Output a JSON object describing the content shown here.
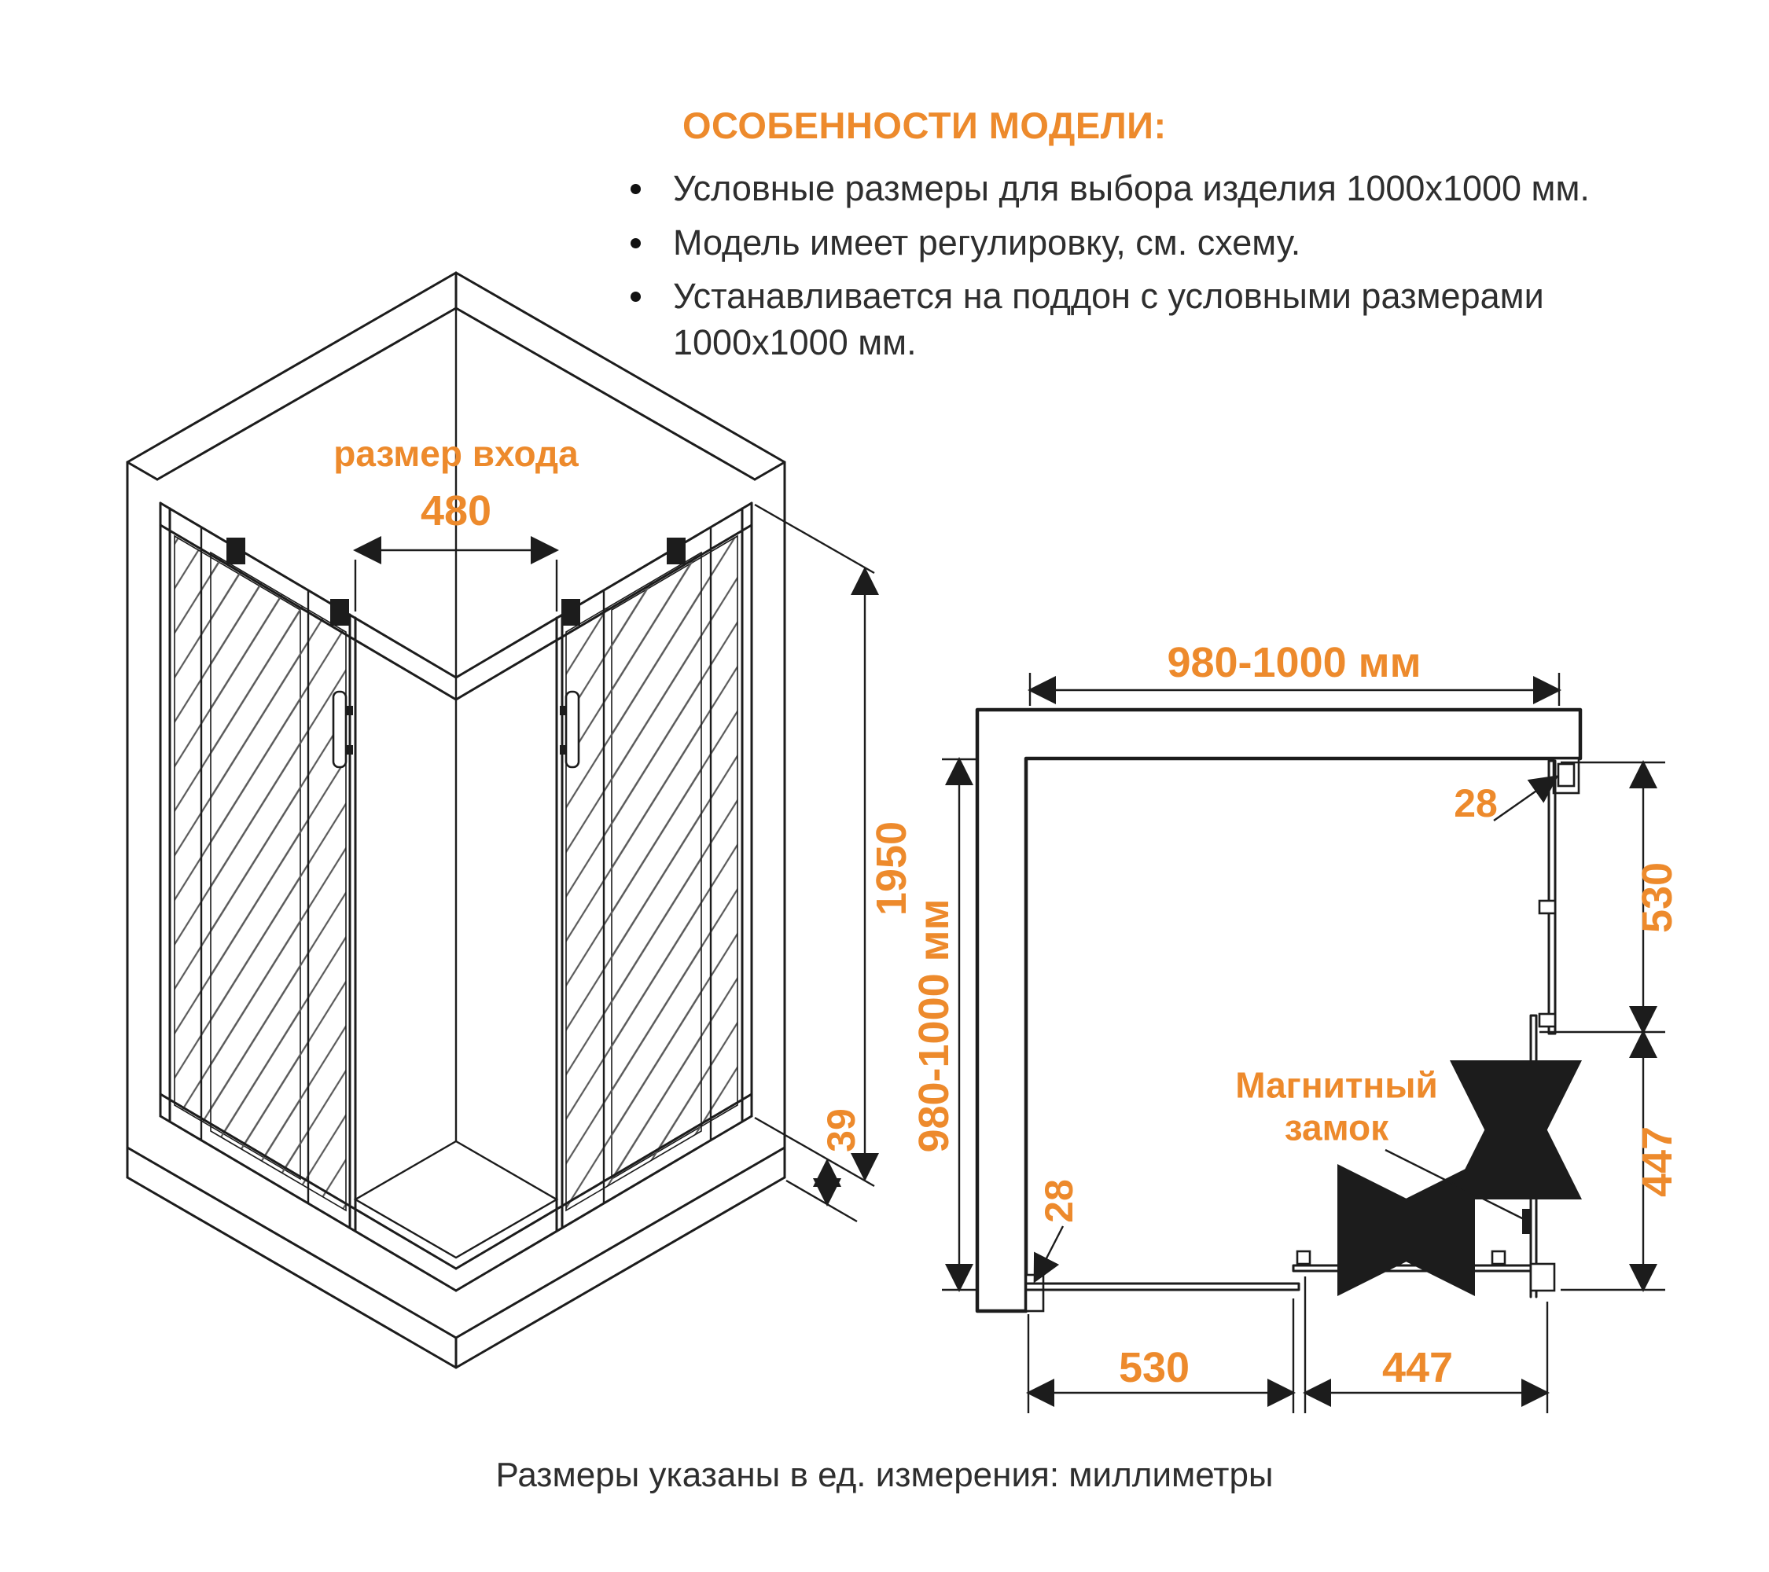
{
  "colors": {
    "accent": "#ED8A2C",
    "line": "#1C1C1C",
    "text": "#2E2E2E"
  },
  "features": {
    "heading": "ОСОБЕННОСТИ МОДЕЛИ:",
    "items": [
      "Условные размеры для выбора изделия 1000x1000 мм.",
      "Модель имеет регулировку, см. схему.",
      "Устанавливается на поддон с условными размерами 1000x1000 мм."
    ]
  },
  "isometric_view": {
    "entrance_label": "размер входа",
    "entrance_width_mm": "480",
    "door_height_mm": "1950",
    "tray_height_mm": "39"
  },
  "plan_view": {
    "width_mm": "980-1000 мм",
    "depth_mm": "980-1000 мм",
    "wall_profile_top_mm": "28",
    "wall_profile_left_mm": "28",
    "right_fixed_panel_mm": "530",
    "right_door_mm": "447",
    "bottom_fixed_panel_mm": "530",
    "bottom_door_mm": "447",
    "magnetic_lock_label": "Магнитный замок"
  },
  "footer_note": "Размеры указаны в ед. измерения: миллиметры"
}
